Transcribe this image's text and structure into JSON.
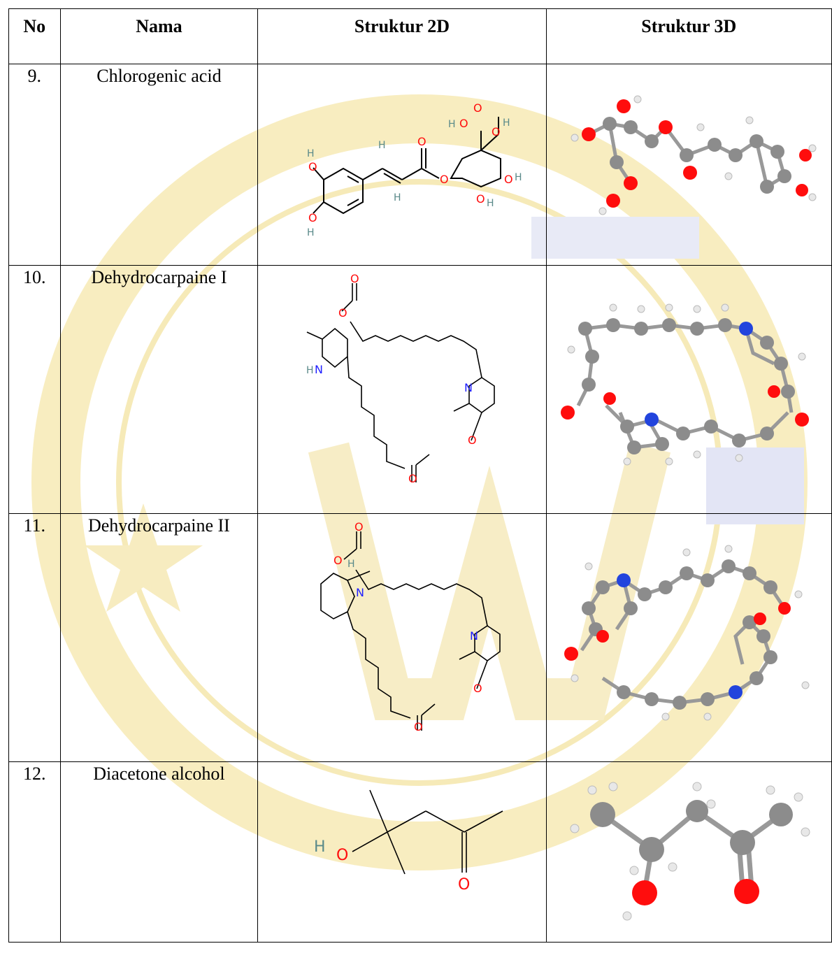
{
  "table": {
    "headers": {
      "no": "No",
      "nama": "Nama",
      "struktur_2d": "Struktur 2D",
      "struktur_3d": "Struktur 3D"
    },
    "rows": [
      {
        "no": "9.",
        "nama": "Chlorogenic acid"
      },
      {
        "no": "10.",
        "nama": "Dehydrocarpaine I"
      },
      {
        "no": "11.",
        "nama": "Dehydrocarpaine II"
      },
      {
        "no": "12.",
        "nama": "Diacetone alcohol"
      }
    ]
  },
  "atom_labels": {
    "oxygen": "O",
    "hydrogen": "H",
    "nitrogen": "N"
  },
  "colors": {
    "watermark": "#f5e6a0",
    "watermark_blue": "#d8dcf2",
    "oxygen": "#ff0d0d",
    "nitrogen": "#2020ff",
    "carbon_3d": "#8c8c8c",
    "hydrogen_3d": "#e8e8e8"
  }
}
